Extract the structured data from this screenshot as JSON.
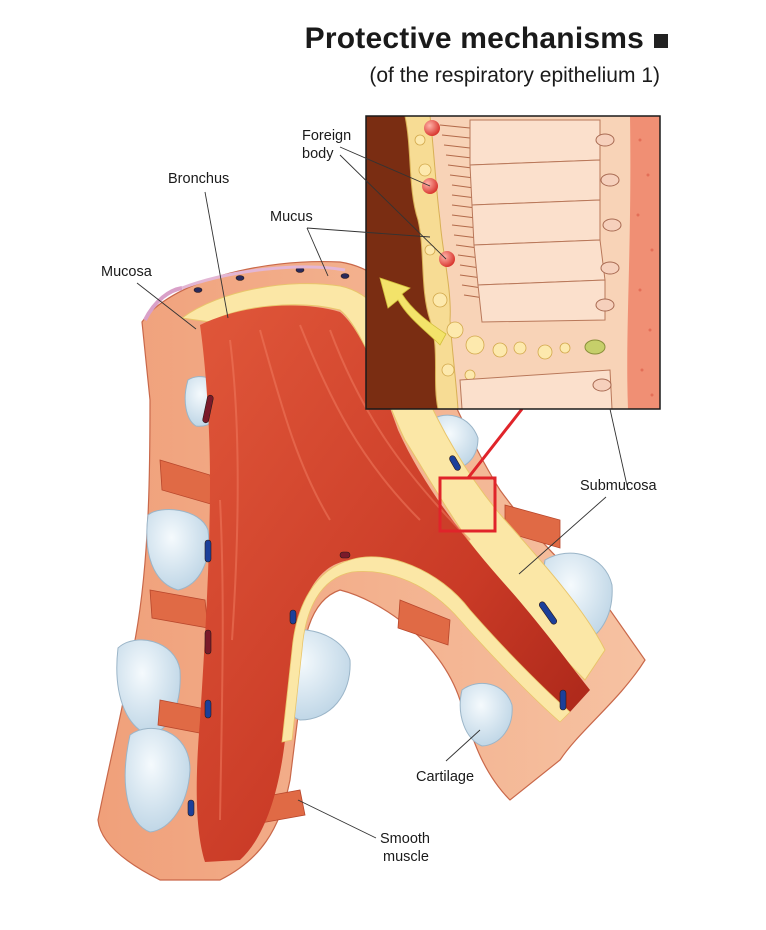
{
  "title": "Protective mechanisms",
  "subtitle": "(of the respiratory epithelium 1)",
  "labels": {
    "foreign_body_1": "Foreign",
    "foreign_body_2": "body",
    "bronchus": "Bronchus",
    "mucus": "Mucus",
    "mucosa": "Mucosa",
    "submucosa": "Submucosa",
    "cartilage": "Cartilage",
    "smooth_muscle_1": "Smooth",
    "smooth_muscle_2": "muscle"
  },
  "colors": {
    "lumen": "#d6452e",
    "wall": "#f1a57f",
    "mucus": "#fbe7a6",
    "cartilage": "#d9e9f4",
    "muscle": "#e06a45",
    "highlight": "#e0242a",
    "arrow": "#f3e36a"
  }
}
